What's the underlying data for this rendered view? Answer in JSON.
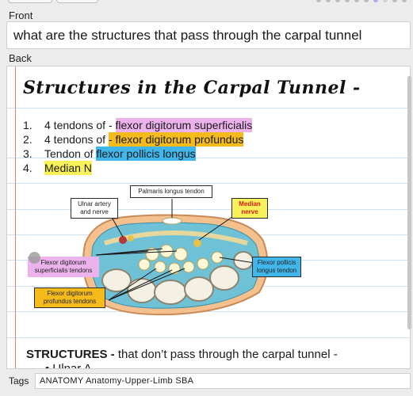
{
  "editor": {
    "front_label": "Front",
    "front_value": "what are the structures that pass through the carpal tunnel",
    "back_label": "Back",
    "tags_label": "Tags",
    "tags_value": "ANATOMY Anatomy-Upper-Limb SBA"
  },
  "back": {
    "title": "Structures in the Carpal Tunnel -",
    "items": [
      {
        "num": "1.",
        "prefix": "4 tendons of - ",
        "highlight": "flexor digitorum superficialis"
      },
      {
        "num": "2.",
        "prefix": "4 tendons of ",
        "highlight": "- flexor digitorum profundus"
      },
      {
        "num": "3.",
        "prefix": "Tendon of ",
        "highlight": "flexor pollicis longus"
      },
      {
        "num": "4.",
        "prefix": "",
        "highlight": "Median N"
      }
    ],
    "figure": {
      "palmaris": "Palmaris longus tendon",
      "ulnar": "Ulnar artery and nerve",
      "median": "Median nerve",
      "fds": "Flexor digitorum superficialis tendons",
      "fdp": "Flexor digitorum profundus tendons",
      "fpl": "Flexor pollicis longus tendon"
    },
    "heading_bold": "STRUCTURES -",
    "heading_rest": " that don’t pass through the carpal tunnel -",
    "bullet": "Ulnar A"
  },
  "colors": {
    "pink": "#ecb2ec",
    "orange": "#f5bb1a",
    "blue": "#41b6ea",
    "yellow": "#f8f15a",
    "median_text": "#d51c1c"
  }
}
